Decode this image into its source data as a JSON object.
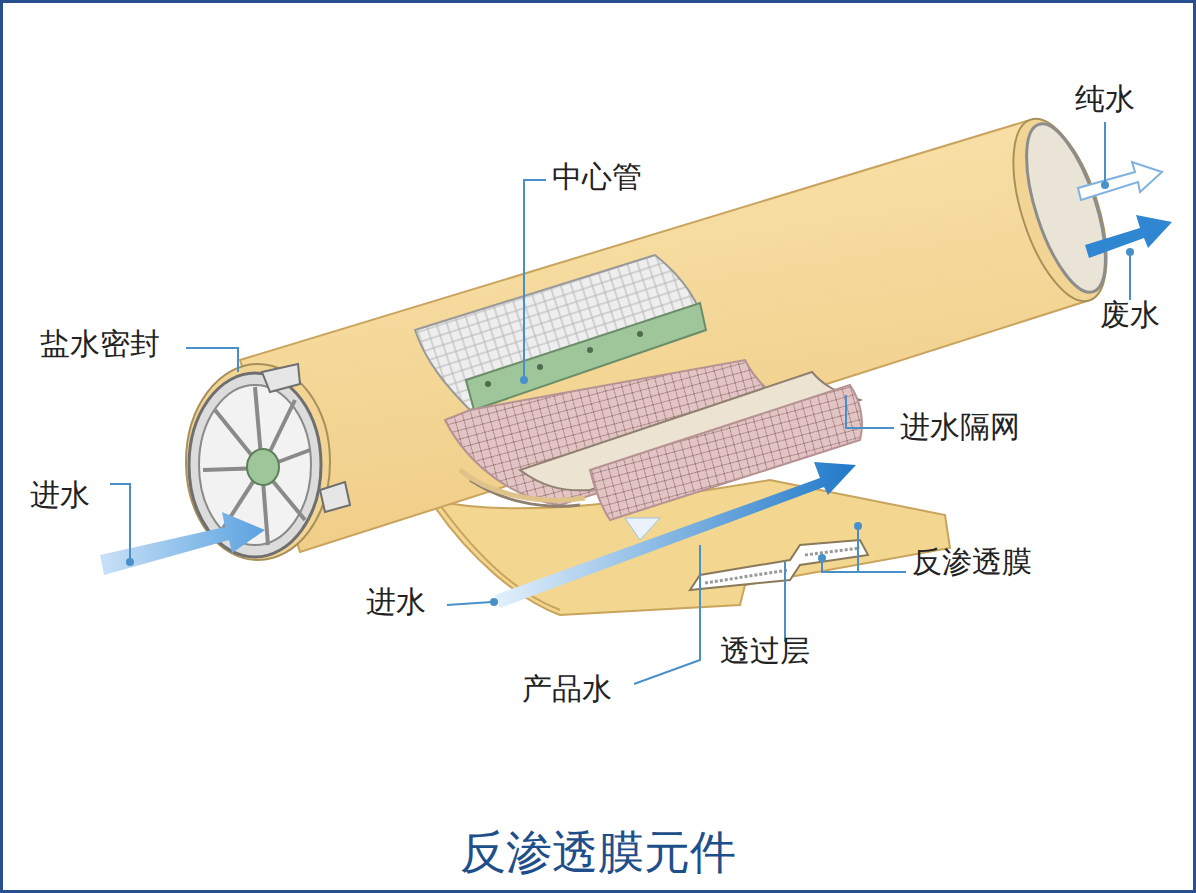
{
  "diagram": {
    "title": "反渗透膜元件",
    "labels": [
      "纯水",
      "中心管",
      "废水",
      "盐水密封",
      "进水隔网",
      "进水",
      "反渗透膜",
      "进水",
      "透过层",
      "产品水"
    ]
  }
}
